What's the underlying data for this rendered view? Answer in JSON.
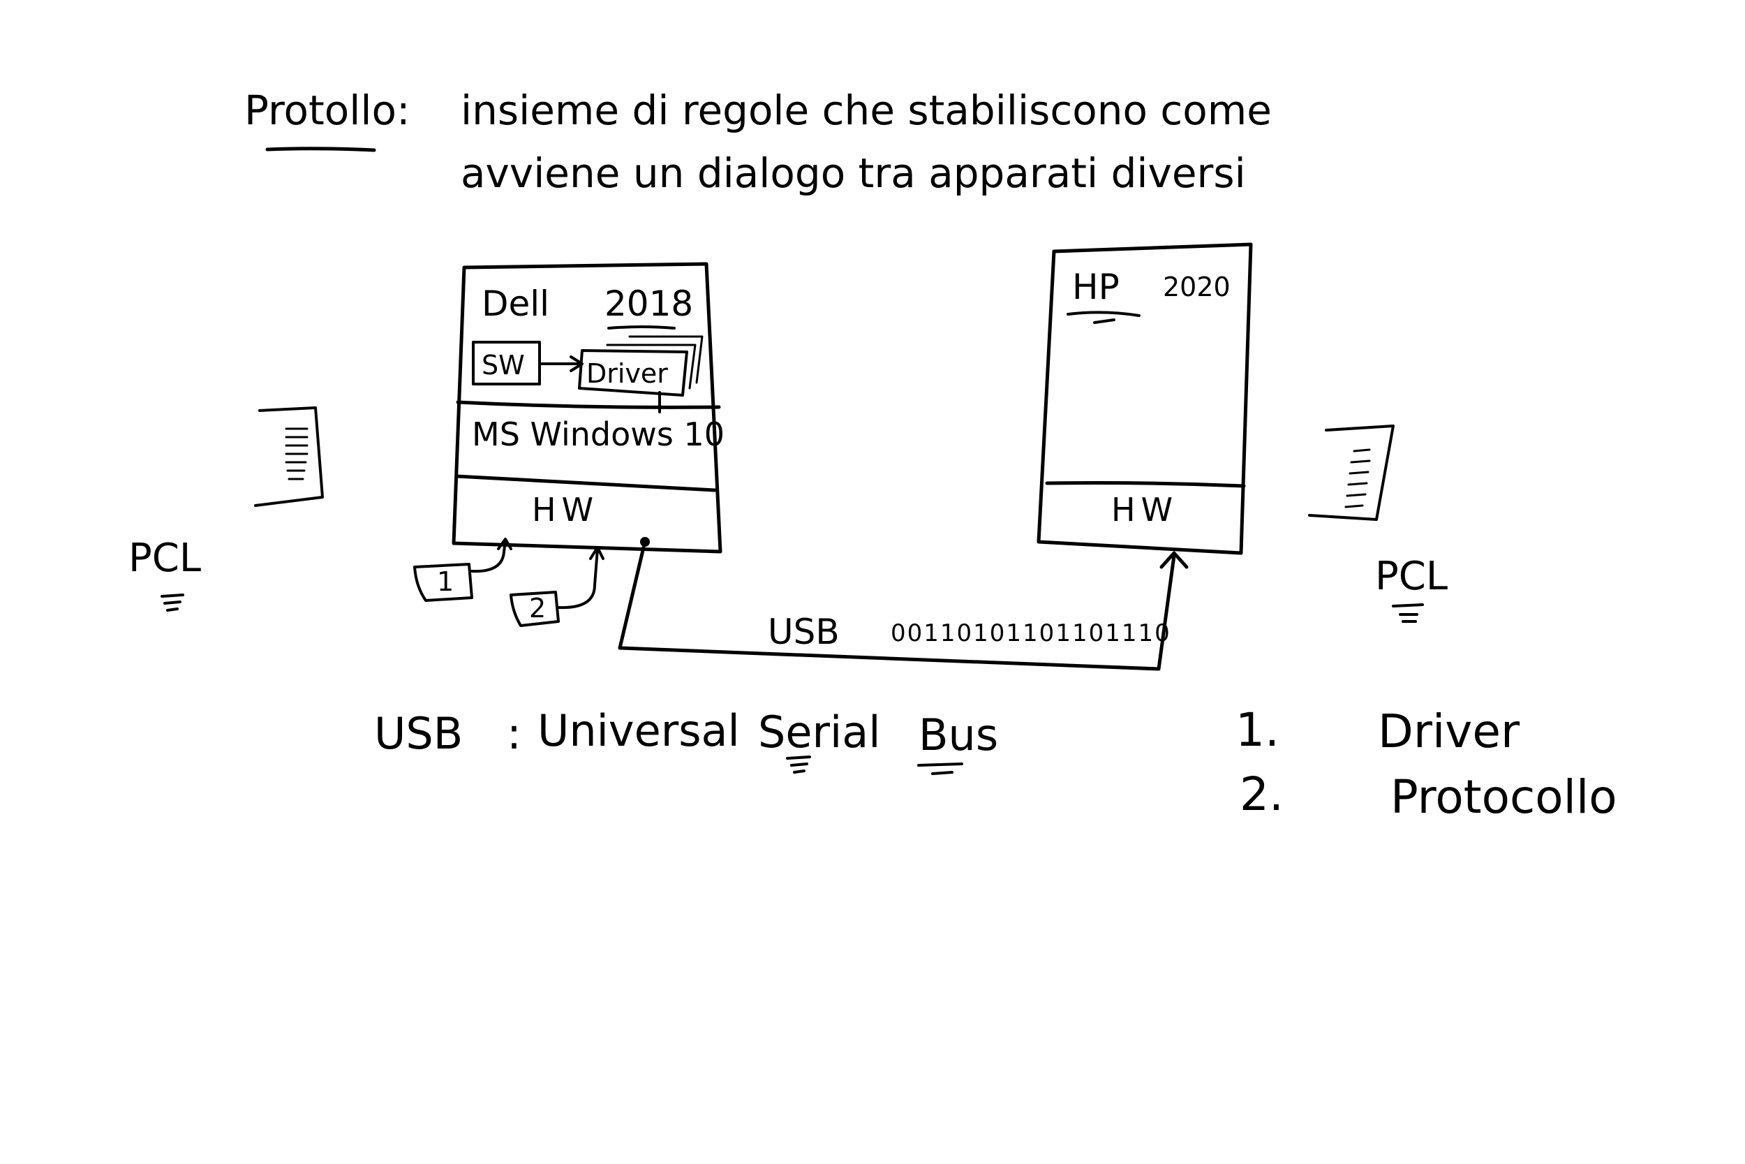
{
  "definition": {
    "term": "Protollo:",
    "line1": "insieme di regole che stabiliscono come",
    "line2": "avviene un dialogo tra apparati diversi"
  },
  "left_computer": {
    "brand": "Dell",
    "year": "2018",
    "sw": "SW",
    "driver": "Driver",
    "os": "MS Windows 10",
    "hw": "HW",
    "doc_labels": [
      "1",
      "2"
    ]
  },
  "right_printer": {
    "brand": "HP",
    "year": "2020",
    "hw": "HW"
  },
  "left_pcl": "PCL",
  "right_pcl": "PCL",
  "usb": {
    "label": "USB",
    "bits": "00110101101101110"
  },
  "usb_definition": {
    "term": "USB",
    "colon": ":",
    "w1": "Universal",
    "w2": "Serial",
    "w3": "Bus"
  },
  "list": [
    {
      "num": "1.",
      "text": "Driver"
    },
    {
      "num": "2.",
      "text": "Protocollo"
    }
  ]
}
